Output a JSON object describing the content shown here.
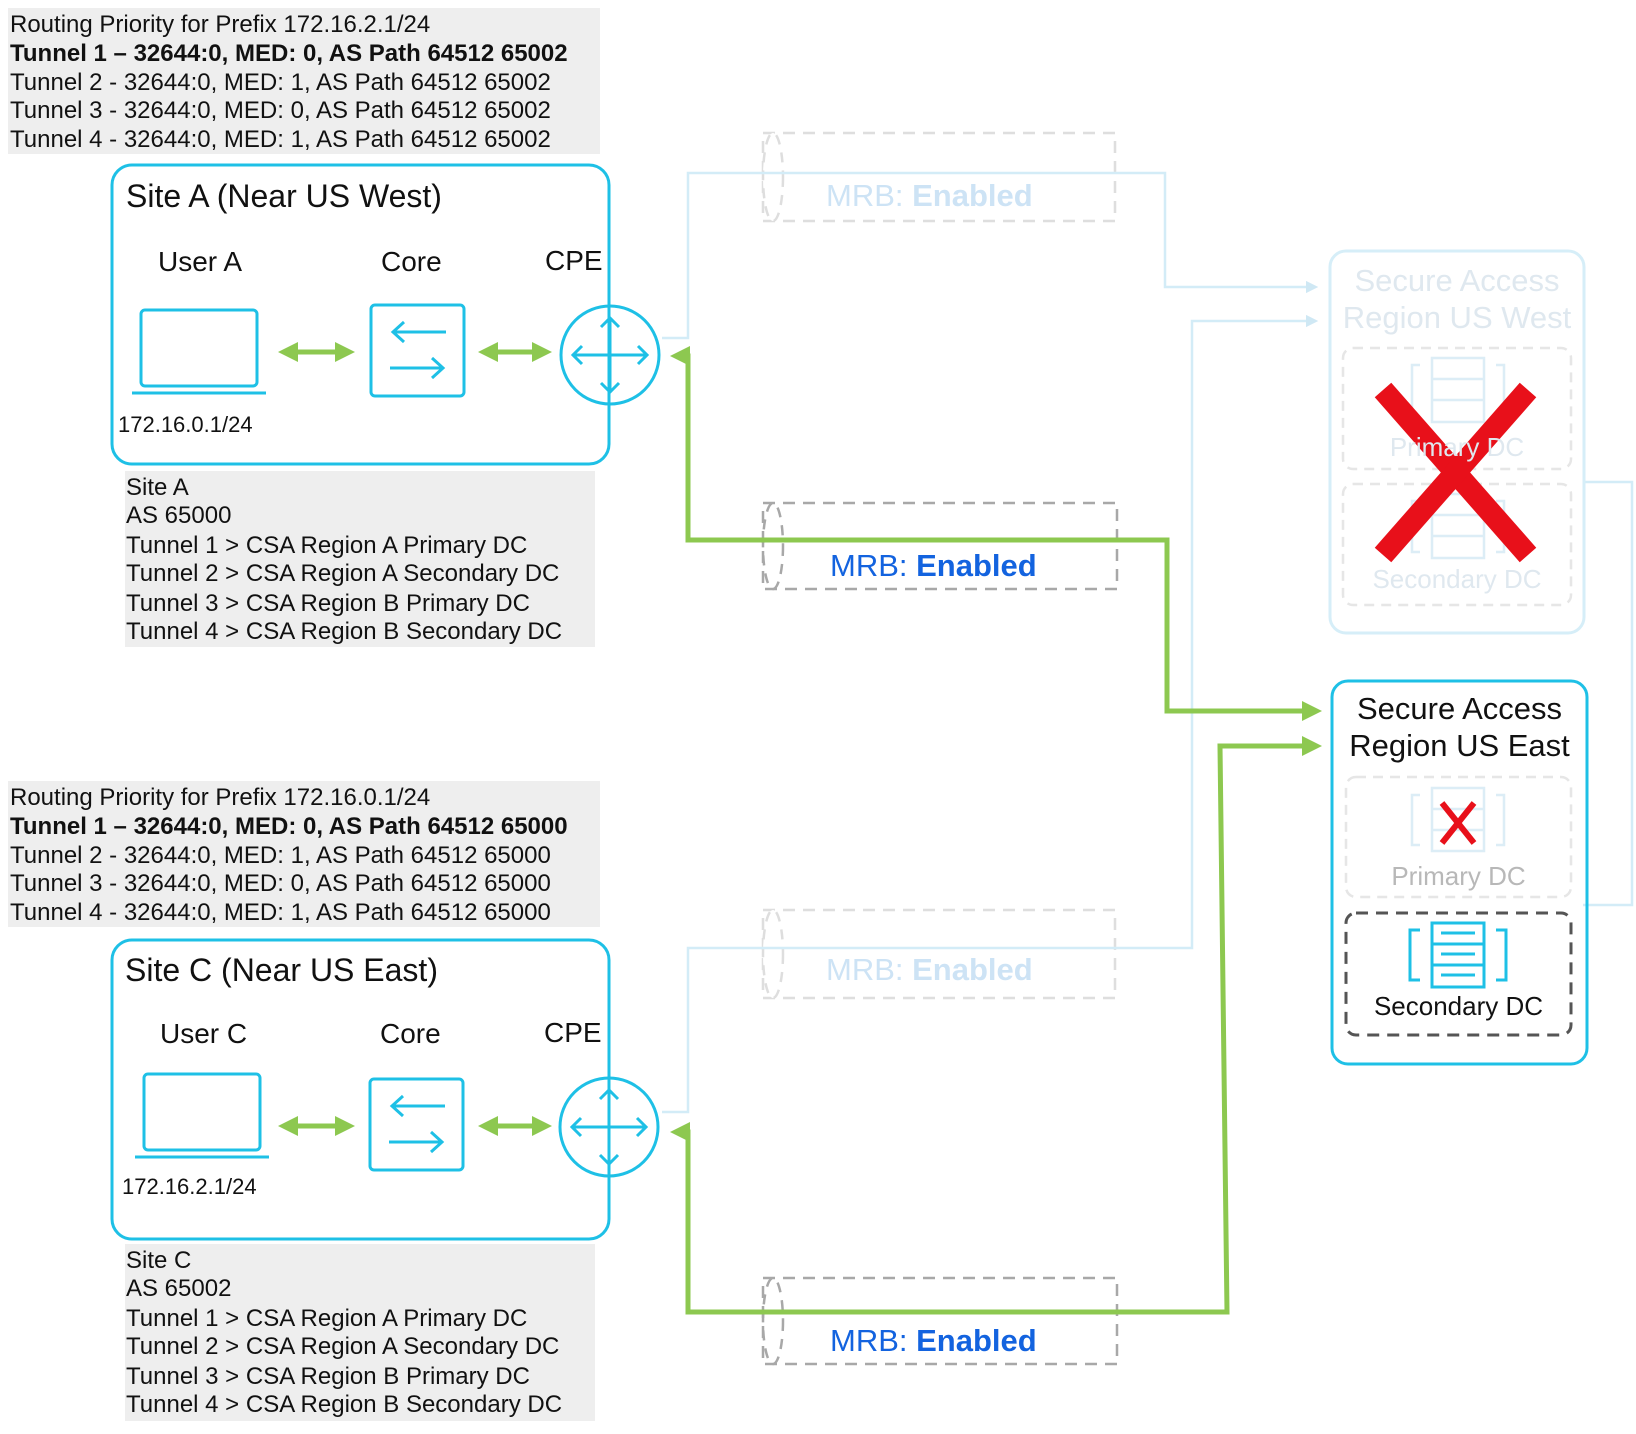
{
  "routing_priority_top": {
    "title": "Routing Priority for Prefix 172.16.2.1/24",
    "lines": [
      "Tunnel 1 – 32644:0, MED: 0, AS Path 64512 65002",
      "Tunnel 2 - 32644:0, MED: 1, AS Path 64512 65002",
      "Tunnel 3 - 32644:0, MED: 0, AS Path 64512 65002",
      "Tunnel 4 - 32644:0, MED: 1, AS Path 64512 65002"
    ]
  },
  "routing_priority_bottom": {
    "title": "Routing Priority for Prefix 172.16.0.1/24",
    "lines": [
      "Tunnel 1 – 32644:0, MED: 0, AS Path 64512 65000",
      "Tunnel 2 - 32644:0, MED: 1, AS Path 64512 65000",
      "Tunnel 3 - 32644:0, MED: 0, AS Path 64512 65000",
      "Tunnel 4 - 32644:0, MED: 1, AS Path 64512 65000"
    ]
  },
  "site_a": {
    "title": "Site A (Near US West)",
    "user_label": "User A",
    "core_label": "Core",
    "cpe_label": "CPE",
    "ip": "172.16.0.1/24",
    "info": [
      "Site A",
      "AS 65000",
      "Tunnel 1 > CSA Region A Primary DC",
      "Tunnel 2 > CSA Region A Secondary DC",
      "Tunnel 3 > CSA Region B Primary DC",
      "Tunnel 4 > CSA Region B Secondary DC"
    ]
  },
  "site_c": {
    "title": "Site C (Near US East)",
    "user_label": "User C",
    "core_label": "Core",
    "cpe_label": "CPE",
    "ip": "172.16.2.1/24",
    "info": [
      "Site C",
      "AS 65002",
      "Tunnel 1 > CSA Region A Primary DC",
      "Tunnel 2 > CSA Region A Secondary DC",
      "Tunnel 3 > CSA Region B Primary DC",
      "Tunnel 4 > CSA Region B Secondary DC"
    ]
  },
  "mrb": {
    "prefix": "MRB: ",
    "value": "Enabled"
  },
  "region_west": {
    "title_line1": "Secure Access",
    "title_line2": "Region US West",
    "primary_dc": "Primary DC",
    "secondary_dc": "Secondary DC",
    "status": "failed"
  },
  "region_east": {
    "title_line1": "Secure Access",
    "title_line2": "Region US East",
    "primary_dc": "Primary DC",
    "secondary_dc": "Secondary DC",
    "primary_status": "failed"
  },
  "colors": {
    "cyan": "#1ec0e6",
    "green": "#8dc850",
    "mrb_blue": "#1363df",
    "failure_red": "#e8101a",
    "faded_line": "#d3ecf7"
  }
}
